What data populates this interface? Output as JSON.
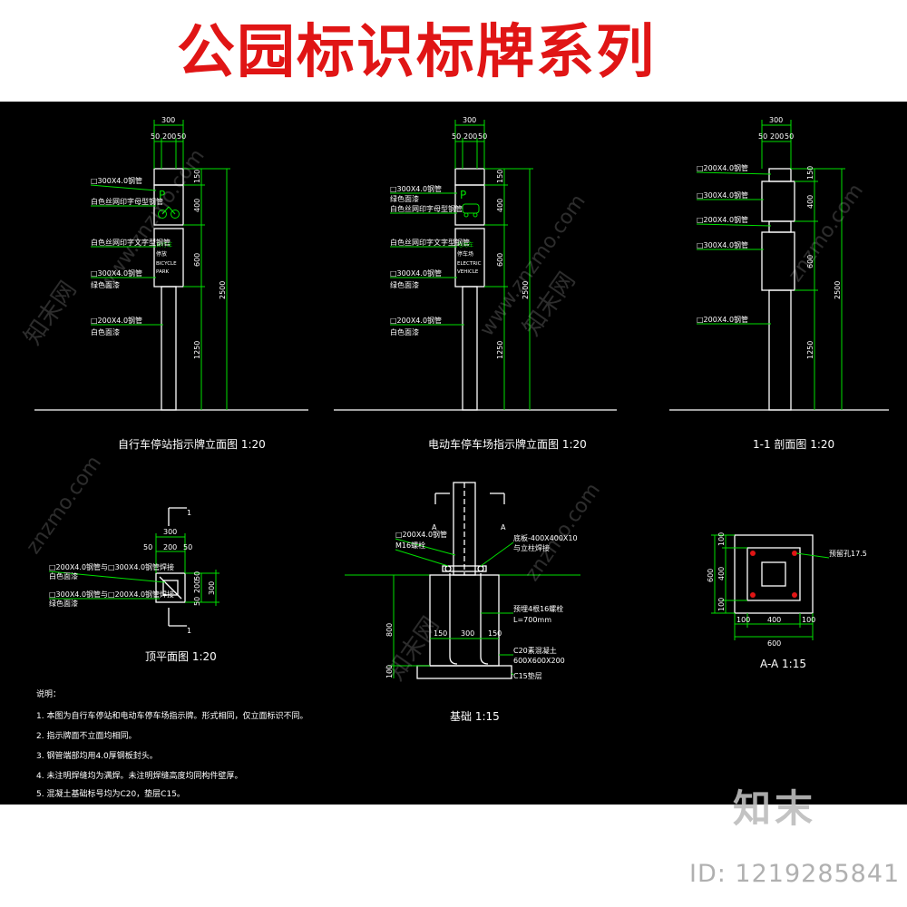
{
  "header": {
    "title": "公园标识标牌系列"
  },
  "watermark": {
    "logo": "知末",
    "id": "ID: 1219285841",
    "site": "www.znzmo.com",
    "site_short": "znzmo.com",
    "cn": "知末网"
  },
  "colors": {
    "background": "#000000",
    "green": "#00e000",
    "white": "#ffffff",
    "red": "#e01515"
  },
  "views": {
    "bike": {
      "title": "自行车停站指示牌立面图 1:20",
      "dims_top": [
        "300",
        "50",
        "200",
        "50"
      ],
      "dims_side": [
        "150",
        "400",
        "600",
        "1250",
        "2500"
      ],
      "labels": [
        "□300X4.0钢管",
        "白色丝网印字母型钢管",
        "白色丝网印字文字型钢管",
        "□300X4.0钢管",
        "绿色面漆",
        "□200X4.0钢管",
        "白色面漆"
      ],
      "sign_icon": "P",
      "sign_text": [
        "自行车",
        "停放",
        "BICYCLE",
        "PARK"
      ]
    },
    "ev": {
      "title": "电动车停车场指示牌立面图 1:20",
      "dims_top": [
        "300",
        "50",
        "200",
        "50"
      ],
      "dims_side": [
        "150",
        "400",
        "600",
        "1250",
        "2500"
      ],
      "labels": [
        "□300X4.0钢管",
        "绿色面漆",
        "白色丝网印字母型钢管",
        "白色丝网印字文字型钢管",
        "□300X4.0钢管",
        "绿色面漆",
        "□200X4.0钢管",
        "白色面漆"
      ],
      "sign_icon": "P",
      "sign_text": [
        "电动车",
        "停车场",
        "ELECTRIC",
        "VEHICLE"
      ]
    },
    "section": {
      "title": "1-1 剖面图 1:20",
      "dims_top": [
        "300",
        "50",
        "200",
        "50"
      ],
      "dims_side": [
        "150",
        "400",
        "600",
        "1250",
        "2500"
      ],
      "labels": [
        "□200X4.0钢管",
        "□300X4.0钢管",
        "□200X4.0钢管",
        "□300X4.0钢管",
        "□200X4.0钢管"
      ]
    },
    "plan": {
      "title": "顶平面图 1:20",
      "section_mark": "1",
      "dims_top": [
        "300",
        "50",
        "200",
        "50"
      ],
      "dims_side": [
        "50",
        "200",
        "50",
        "300"
      ],
      "labels": [
        "□200X4.0钢管与□300X4.0钢管焊接",
        "白色面漆",
        "□300X4.0钢管与□200X4.0钢管焊接",
        "绿色面漆"
      ]
    },
    "foundation": {
      "title": "基础 1:15",
      "section_mark": "A",
      "labels": [
        "□200X4.0钢管",
        "M16螺栓",
        "底板-400X400X10",
        "与立柱焊接",
        "预埋4根16螺栓",
        "L=700mm",
        "C20素混凝土",
        "600X600X200",
        "C15垫层"
      ],
      "dims": [
        "800",
        "100",
        "150",
        "300",
        "150"
      ]
    },
    "aa": {
      "title": "A-A 1:15",
      "labels": [
        "预留孔17.5"
      ],
      "dims_side": [
        "600",
        "100",
        "400",
        "100"
      ],
      "dims_bottom": [
        "100",
        "400",
        "100",
        "600"
      ]
    }
  },
  "notes": {
    "heading": "说明：",
    "items": [
      "1. 本图为自行车停站和电动车停车场指示牌。形式相同，仅立面标识不同。",
      "2. 指示牌面不立面均相同。",
      "3. 钢管端部均用4.0厚钢板封头。",
      "4. 未注明焊缝均为满焊。未注明焊缝高度均同构件壁厚。",
      "5. 混凝土基础标号均为C20，垫层C15。"
    ]
  }
}
